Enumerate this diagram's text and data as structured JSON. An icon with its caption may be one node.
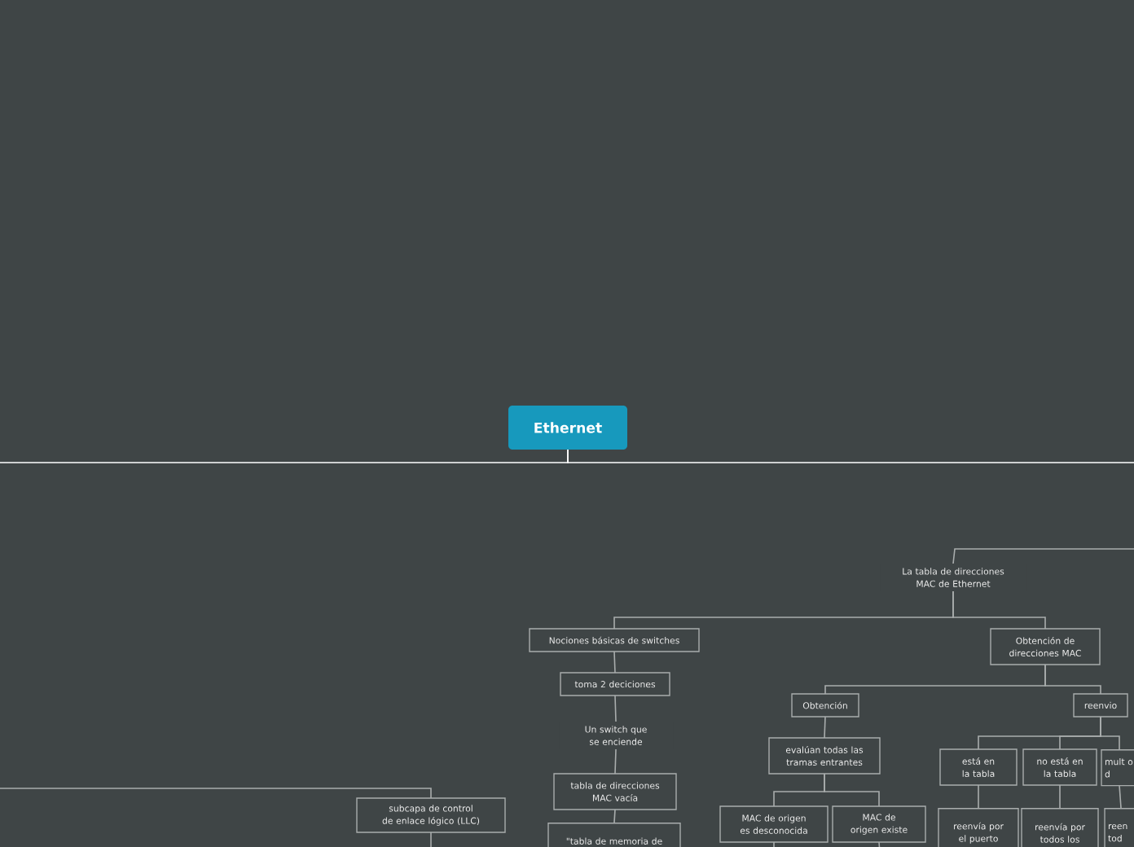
{
  "diagram": {
    "nodes": [
      {
        "text": [
          "Ethernet"
        ]
      },
      {
        "text": [
          "La tabla de direcciones MAC de Ethernet"
        ]
      },
      {
        "text": [
          "Nociones básicas de switches"
        ]
      },
      {
        "text": [
          "toma 2 deciciones"
        ]
      },
      {
        "text": [
          "Un switch que se enciende"
        ]
      },
      {
        "text": [
          "tabla de direcciones MAC vacía"
        ]
      },
      {
        "text": [
          "\"tabla de memoria de"
        ]
      },
      {
        "text": [
          "Obtención de direcciones MAC"
        ]
      },
      {
        "text": [
          "Obtención"
        ]
      },
      {
        "text": [
          "evalúan todas las tramas entrantes"
        ]
      },
      {
        "text": [
          "MAC de origen es desconocida"
        ]
      },
      {
        "text": [
          "MAC de origen existe"
        ]
      },
      {
        "text": [
          "reenvio"
        ]
      },
      {
        "text": [
          "está en la tabla"
        ]
      },
      {
        "text": [
          "no está en la tabla"
        ]
      },
      {
        "text": [
          "mult o d"
        ]
      },
      {
        "text": [
          "reenvía por el puerto"
        ]
      },
      {
        "text": [
          "reenvía por todos los"
        ]
      },
      {
        "text": [
          "reen tod"
        ]
      },
      {
        "text": [
          "subcapa de control de enlace lógico (LLC)"
        ]
      }
    ],
    "edges": [
      {
        "from": 0,
        "to": null,
        "arrow": "none",
        "color": "#ffffff"
      },
      {
        "from": 0,
        "to": null,
        "arrow": "none",
        "color": "#ffffff"
      },
      {
        "from": null,
        "to": 1,
        "arrow": "none"
      },
      {
        "from": 1,
        "to": 2,
        "arrow": "none"
      },
      {
        "from": 1,
        "to": 7,
        "arrow": "none"
      },
      {
        "from": 2,
        "to": 3,
        "arrow": "none"
      },
      {
        "from": 3,
        "to": 4,
        "arrow": "none"
      },
      {
        "from": 4,
        "to": 5,
        "arrow": "none"
      },
      {
        "from": 5,
        "to": 6,
        "arrow": "none"
      },
      {
        "from": 7,
        "to": 8,
        "arrow": "none"
      },
      {
        "from": 7,
        "to": 12,
        "arrow": "none"
      },
      {
        "from": 8,
        "to": 9,
        "arrow": "none"
      },
      {
        "from": 9,
        "to": 10,
        "arrow": "none"
      },
      {
        "from": 9,
        "to": 11,
        "arrow": "none"
      },
      {
        "from": 12,
        "to": 13,
        "arrow": "none"
      },
      {
        "from": 12,
        "to": 14,
        "arrow": "none"
      },
      {
        "from": 12,
        "to": 15,
        "arrow": "none"
      },
      {
        "from": 13,
        "to": 16,
        "arrow": "none"
      },
      {
        "from": 14,
        "to": 17,
        "arrow": "none"
      },
      {
        "from": 15,
        "to": 18,
        "arrow": "none"
      },
      {
        "from": null,
        "to": 19,
        "arrow": "none"
      },
      {
        "from": 10,
        "to": null,
        "arrow": "none"
      },
      {
        "from": 11,
        "to": null,
        "arrow": "none"
      },
      {
        "from": 19,
        "to": null,
        "arrow": "none"
      }
    ]
  }
}
